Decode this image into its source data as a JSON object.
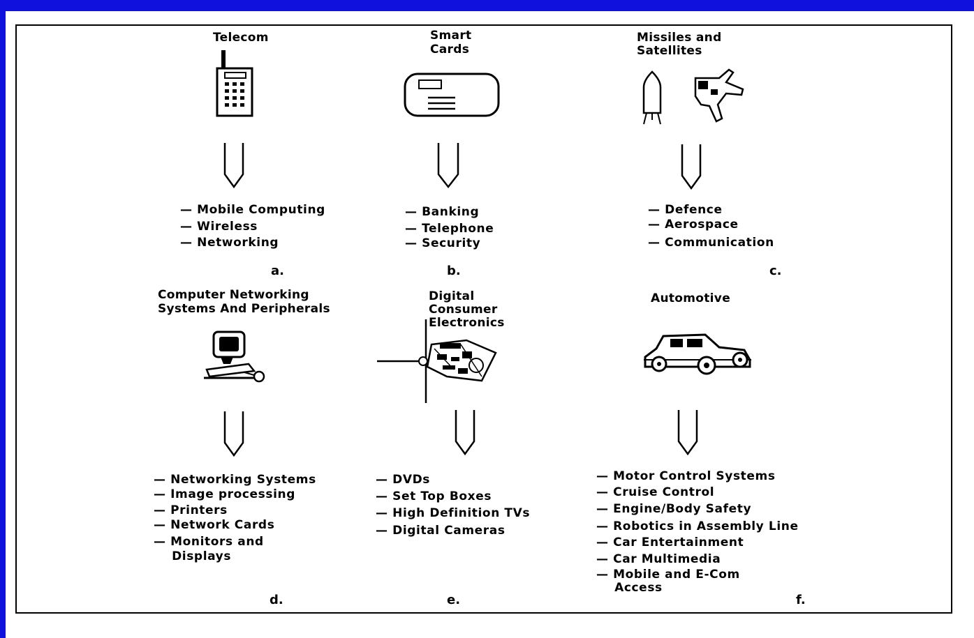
{
  "colors": {
    "frame": "#1111dd",
    "ink": "#000000",
    "background": "#ffffff"
  },
  "panels": {
    "a": {
      "title": "Telecom",
      "icon": "mobile-phone-icon",
      "items": [
        "— Mobile Computing",
        "— Wireless",
        "— Networking"
      ],
      "label": "a."
    },
    "b": {
      "title_lines": [
        "Smart",
        "Cards"
      ],
      "icon": "smart-card-icon",
      "items": [
        "— Banking",
        "— Telephone",
        "— Security"
      ],
      "label": "b."
    },
    "c": {
      "title_lines": [
        "Missiles and",
        "Satellites"
      ],
      "icon": "missile-satellite-icon",
      "items": [
        "— Defence",
        "— Aerospace",
        "— Communication"
      ],
      "label": "c."
    },
    "d": {
      "title_lines": [
        "Computer Networking",
        "Systems And Peripherals"
      ],
      "icon": "computer-workstation-icon",
      "items": [
        "— Networking Systems",
        "— Image processing",
        "— Printers",
        "— Network Cards",
        "— Monitors and",
        "    Displays"
      ],
      "label": "d."
    },
    "e": {
      "title_lines": [
        "Digital",
        "Consumer",
        "Electronics"
      ],
      "icon": "consumer-electronics-icon",
      "items": [
        "— DVDs",
        "— Set Top Boxes",
        "— High Definition TVs",
        "— Digital Cameras"
      ],
      "label": "e."
    },
    "f": {
      "title": "Automotive",
      "icon": "car-icon",
      "items": [
        "— Motor Control Systems",
        "— Cruise Control",
        "— Engine/Body Safety",
        "— Robotics in Assembly Line",
        "— Car Entertainment",
        "— Car Multimedia",
        "— Mobile and E-Com",
        "    Access"
      ],
      "label": "f."
    }
  }
}
